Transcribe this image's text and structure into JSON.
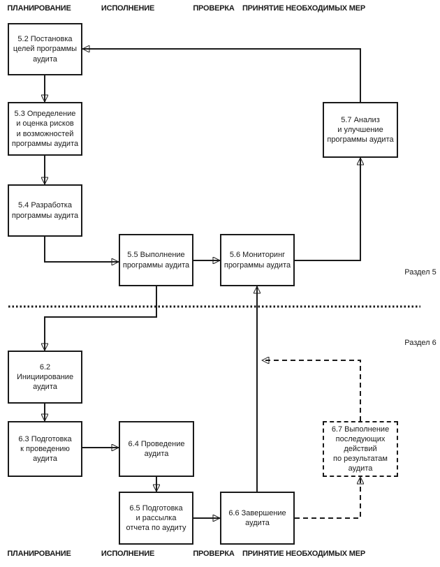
{
  "colors": {
    "ink": "#1a1a1a",
    "paper": "#ffffff"
  },
  "column_headers": {
    "planning": "ПЛАНИРОВАНИЕ",
    "execution": "ИСПОЛНЕНИЕ",
    "check": "ПРОВЕРКА",
    "act": "ПРИНЯТИЕ НЕОБХОДИМЫХ МЕР"
  },
  "section_labels": {
    "section5": "Раздел 5",
    "section6": "Раздел 6"
  },
  "boxes": {
    "b5_2": {
      "label": "5.2 Постановка\nцелей программы\nаудита"
    },
    "b5_3": {
      "label": "5.3 Определение\nи оценка рисков\nи возможностей\nпрограммы аудита"
    },
    "b5_4": {
      "label": "5.4 Разработка\nпрограммы аудита"
    },
    "b5_5": {
      "label": "5.5 Выполнение\nпрограммы аудита"
    },
    "b5_6": {
      "label": "5.6 Мониторинг\nпрограммы аудита"
    },
    "b5_7": {
      "label": "5.7 Анализ\nи улучшение\nпрограммы аудита"
    },
    "b6_2": {
      "label": "6.2 Инициирование\nаудита"
    },
    "b6_3": {
      "label": "6.3 Подготовка\nк проведению\nаудита"
    },
    "b6_4": {
      "label": "6.4 Проведение\nаудита"
    },
    "b6_5": {
      "label": "6.5 Подготовка\nи рассылка\nотчета по аудиту"
    },
    "b6_6": {
      "label": "6.6 Завершение\nаудита"
    },
    "b6_7": {
      "label": "6.7 Выполнение\nпоследующих\nдействий\nпо результатам\nаудита"
    }
  }
}
